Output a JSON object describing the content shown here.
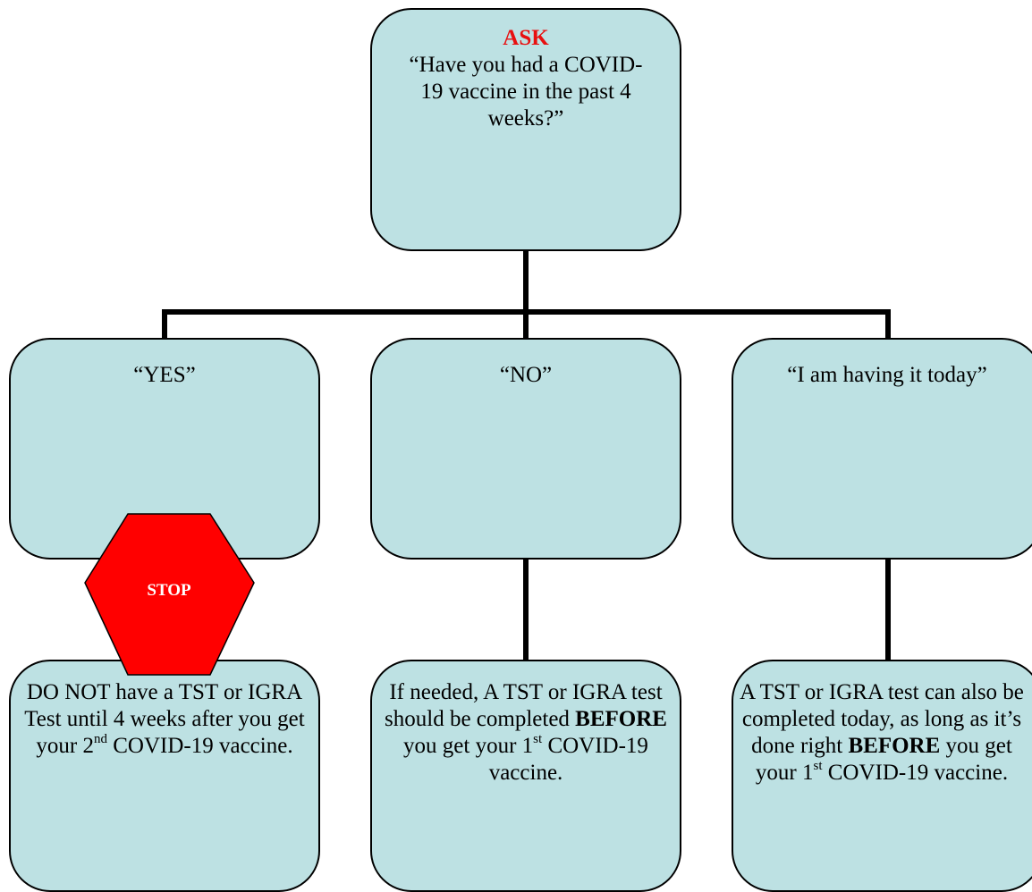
{
  "question": {
    "ask": "ASK",
    "text": "“Have you had a COVID-19 vaccine in the past 4 weeks?”"
  },
  "answers": {
    "yes": "“YES”",
    "no": "“NO”",
    "today": "“I am having it today”"
  },
  "stop_sign": {
    "label": "STOP",
    "color": "#ff0000"
  },
  "results": {
    "yes": {
      "part1": "DO NOT have a TST or IGRA Test until 4 weeks after you get your 2",
      "sup": "nd",
      "part2": " COVID-19 vaccine."
    },
    "no": {
      "part1": "If needed, A TST or IGRA test should be completed ",
      "bold": "BEFORE",
      "part2": " you get your 1",
      "sup": "st",
      "part3": " COVID-19 vaccine."
    },
    "today": {
      "part1": "A TST or IGRA test can also be completed today, as long as it’s done right ",
      "bold": "BEFORE",
      "part2": " you get your 1",
      "sup": "st",
      "part3": " COVID-19 vaccine."
    }
  },
  "colors": {
    "box_fill": "#bde1e3",
    "ask": "#e81010",
    "connector": "#000000"
  }
}
